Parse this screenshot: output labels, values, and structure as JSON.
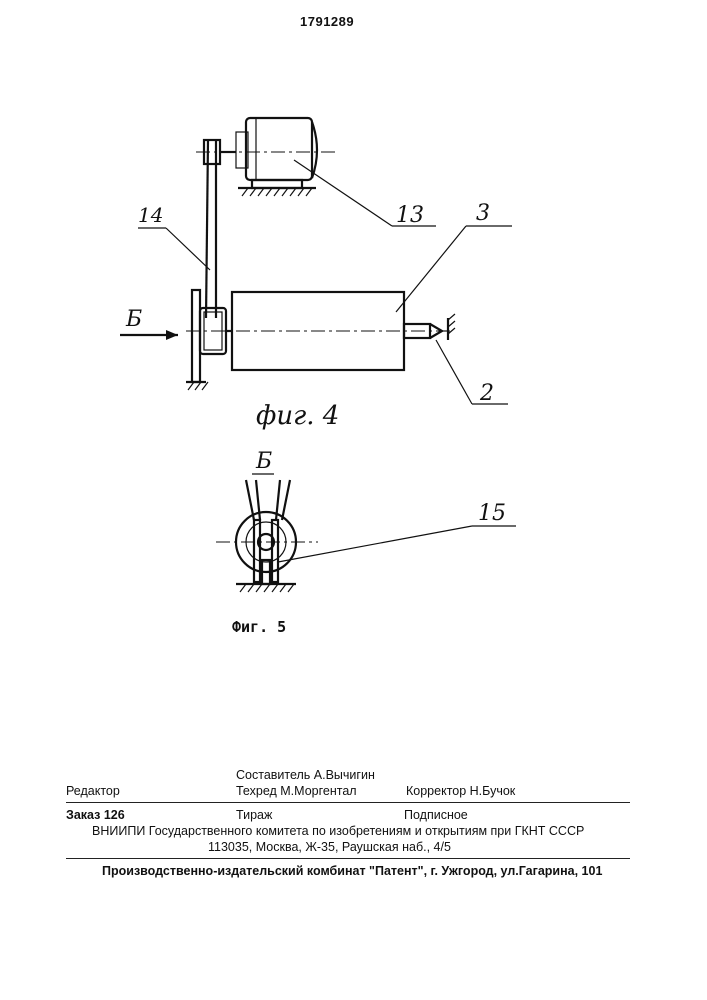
{
  "header": {
    "patent_number": "1791289"
  },
  "figure4": {
    "label_14": "14",
    "label_13": "13",
    "label_3": "3",
    "label_2": "2",
    "view_arrow_label": "Б",
    "caption": "фиг. 4"
  },
  "figure5": {
    "view_label": "Б",
    "label_15": "15",
    "caption": "Фиг. 5"
  },
  "colophon": {
    "editor_label": "Редактор",
    "compiler": "Составитель А.Вычигин",
    "techred": "Техред М.Моргентал",
    "corrector": "Корректор  Н.Бучок",
    "order": "Заказ  126",
    "circulation": "Тираж",
    "subscription": "Подписное",
    "vniipi": "ВНИИПИ Государственного комитета по изобретениям и открытиям при ГКНТ СССР",
    "address": "113035, Москва, Ж-35, Раушская наб., 4/5",
    "publisher": "Производственно-издательский комбинат \"Патент\", г. Ужгород, ул.Гагарина, 101"
  }
}
